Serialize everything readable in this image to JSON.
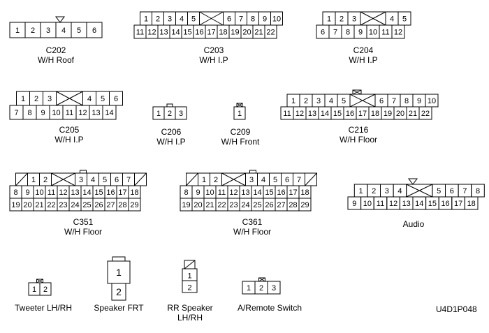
{
  "connectors": [
    {
      "id": "C202",
      "code": "C202",
      "desc": "W/H Roof",
      "rows": [
        [
          "1",
          "2",
          "3",
          "4",
          "5",
          "6"
        ]
      ]
    },
    {
      "id": "C203",
      "code": "C203",
      "desc": "W/H I.P",
      "rows": [
        [
          "1",
          "2",
          "3",
          "4",
          "5",
          "X",
          "6",
          "7",
          "8",
          "9",
          "10"
        ],
        [
          "11",
          "12",
          "13",
          "14",
          "15",
          "16",
          "17",
          "18",
          "19",
          "20",
          "21",
          "22"
        ]
      ]
    },
    {
      "id": "C204",
      "code": "C204",
      "desc": "W/H I.P",
      "rows": [
        [
          "1",
          "2",
          "3",
          "X",
          "4",
          "5"
        ],
        [
          "6",
          "7",
          "8",
          "9",
          "10",
          "11",
          "12"
        ]
      ]
    },
    {
      "id": "C205",
      "code": "C205",
      "desc": "W/H I.P",
      "rows": [
        [
          "1",
          "2",
          "3",
          "X",
          "4",
          "5",
          "6"
        ],
        [
          "7",
          "8",
          "9",
          "10",
          "11",
          "12",
          "13",
          "14"
        ]
      ]
    },
    {
      "id": "C206",
      "code": "C206",
      "desc": "W/H I.P",
      "rows": [
        [
          "1",
          "2",
          "3"
        ]
      ]
    },
    {
      "id": "C209",
      "code": "C209",
      "desc": "W/H Front",
      "rows": [
        [
          "1"
        ]
      ]
    },
    {
      "id": "C216",
      "code": "C216",
      "desc": "W/H Floor",
      "rows": [
        [
          "1",
          "2",
          "3",
          "4",
          "5",
          "X",
          "6",
          "7",
          "8",
          "9",
          "10"
        ],
        [
          "11",
          "12",
          "13",
          "14",
          "15",
          "16",
          "17",
          "18",
          "19",
          "20",
          "21",
          "22"
        ]
      ]
    },
    {
      "id": "C351",
      "code": "C351",
      "desc": "W/H Floor",
      "rows": [
        [
          "/",
          "1",
          "2",
          "X",
          "3",
          "4",
          "5",
          "6",
          "7",
          "/"
        ],
        [
          "8",
          "9",
          "10",
          "11",
          "12",
          "13",
          "14",
          "15",
          "16",
          "17",
          "18"
        ],
        [
          "19",
          "20",
          "21",
          "22",
          "23",
          "24",
          "25",
          "26",
          "27",
          "28",
          "29"
        ]
      ]
    },
    {
      "id": "C361",
      "code": "C361",
      "desc": "W/H Floor",
      "rows": [
        [
          "/",
          "1",
          "2",
          "X",
          "3",
          "4",
          "5",
          "6",
          "7",
          "/"
        ],
        [
          "8",
          "9",
          "10",
          "11",
          "12",
          "13",
          "14",
          "15",
          "16",
          "17",
          "18"
        ],
        [
          "19",
          "20",
          "21",
          "22",
          "23",
          "24",
          "25",
          "26",
          "27",
          "28",
          "29"
        ]
      ]
    },
    {
      "id": "Audio",
      "code": "Audio",
      "desc": "",
      "rows": [
        [
          "1",
          "2",
          "3",
          "4",
          "X",
          "5",
          "6",
          "7",
          "8"
        ],
        [
          "9",
          "10",
          "11",
          "12",
          "13",
          "14",
          "15",
          "16",
          "17",
          "18"
        ]
      ]
    },
    {
      "id": "Tweeter",
      "code": "Tweeter LH/RH",
      "desc": "",
      "rows": [
        [
          "1",
          "2"
        ]
      ]
    },
    {
      "id": "SpeakerFRT",
      "code": "Speaker FRT",
      "desc": "",
      "rows": [
        [
          "1"
        ],
        [
          "2"
        ]
      ]
    },
    {
      "id": "RRSpeaker",
      "code": "RR Speaker",
      "desc": "LH/RH",
      "rows": [
        [
          "/"
        ],
        [
          "1"
        ],
        [
          "2"
        ]
      ]
    },
    {
      "id": "ARemote",
      "code": "A/Remote Switch",
      "desc": "",
      "rows": [
        [
          "1",
          "2",
          "3"
        ]
      ]
    }
  ],
  "figure_code": "U4D1P048"
}
